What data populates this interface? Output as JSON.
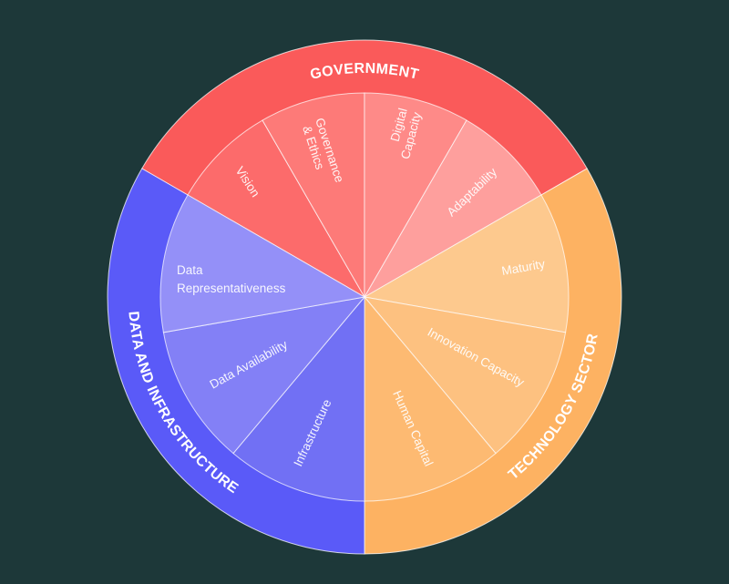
{
  "groups": [
    {
      "name": "GOVERNMENT",
      "color": "#fa5a5a",
      "segments": [
        {
          "label": [
            "Vision"
          ],
          "color": "#fc6b6b"
        },
        {
          "label": [
            "Governance",
            "& Ethics"
          ],
          "color": "#fd7a78"
        },
        {
          "label": [
            "Digital",
            "Capacity"
          ],
          "color": "#fe8a88"
        },
        {
          "label": [
            "Adaptability"
          ],
          "color": "#fe9f9d"
        }
      ]
    },
    {
      "name": "TECHNOLOGY SECTOR",
      "color": "#fdb262",
      "segments": [
        {
          "label": [
            "Maturity"
          ],
          "color": "#fdc98e"
        },
        {
          "label": [
            "Innovation Capacity"
          ],
          "color": "#fdc180"
        },
        {
          "label": [
            "Human Capital"
          ],
          "color": "#fdba72"
        }
      ]
    },
    {
      "name": "DATA AND INFRASTRUCTURE",
      "color": "#5a5af8",
      "segments": [
        {
          "label": [
            "Infrastructure"
          ],
          "color": "#7170f4"
        },
        {
          "label": [
            "Data Availability"
          ],
          "color": "#8380f6"
        },
        {
          "label": [
            "Data",
            "Representativeness"
          ],
          "color": "#9490f8"
        }
      ]
    }
  ]
}
